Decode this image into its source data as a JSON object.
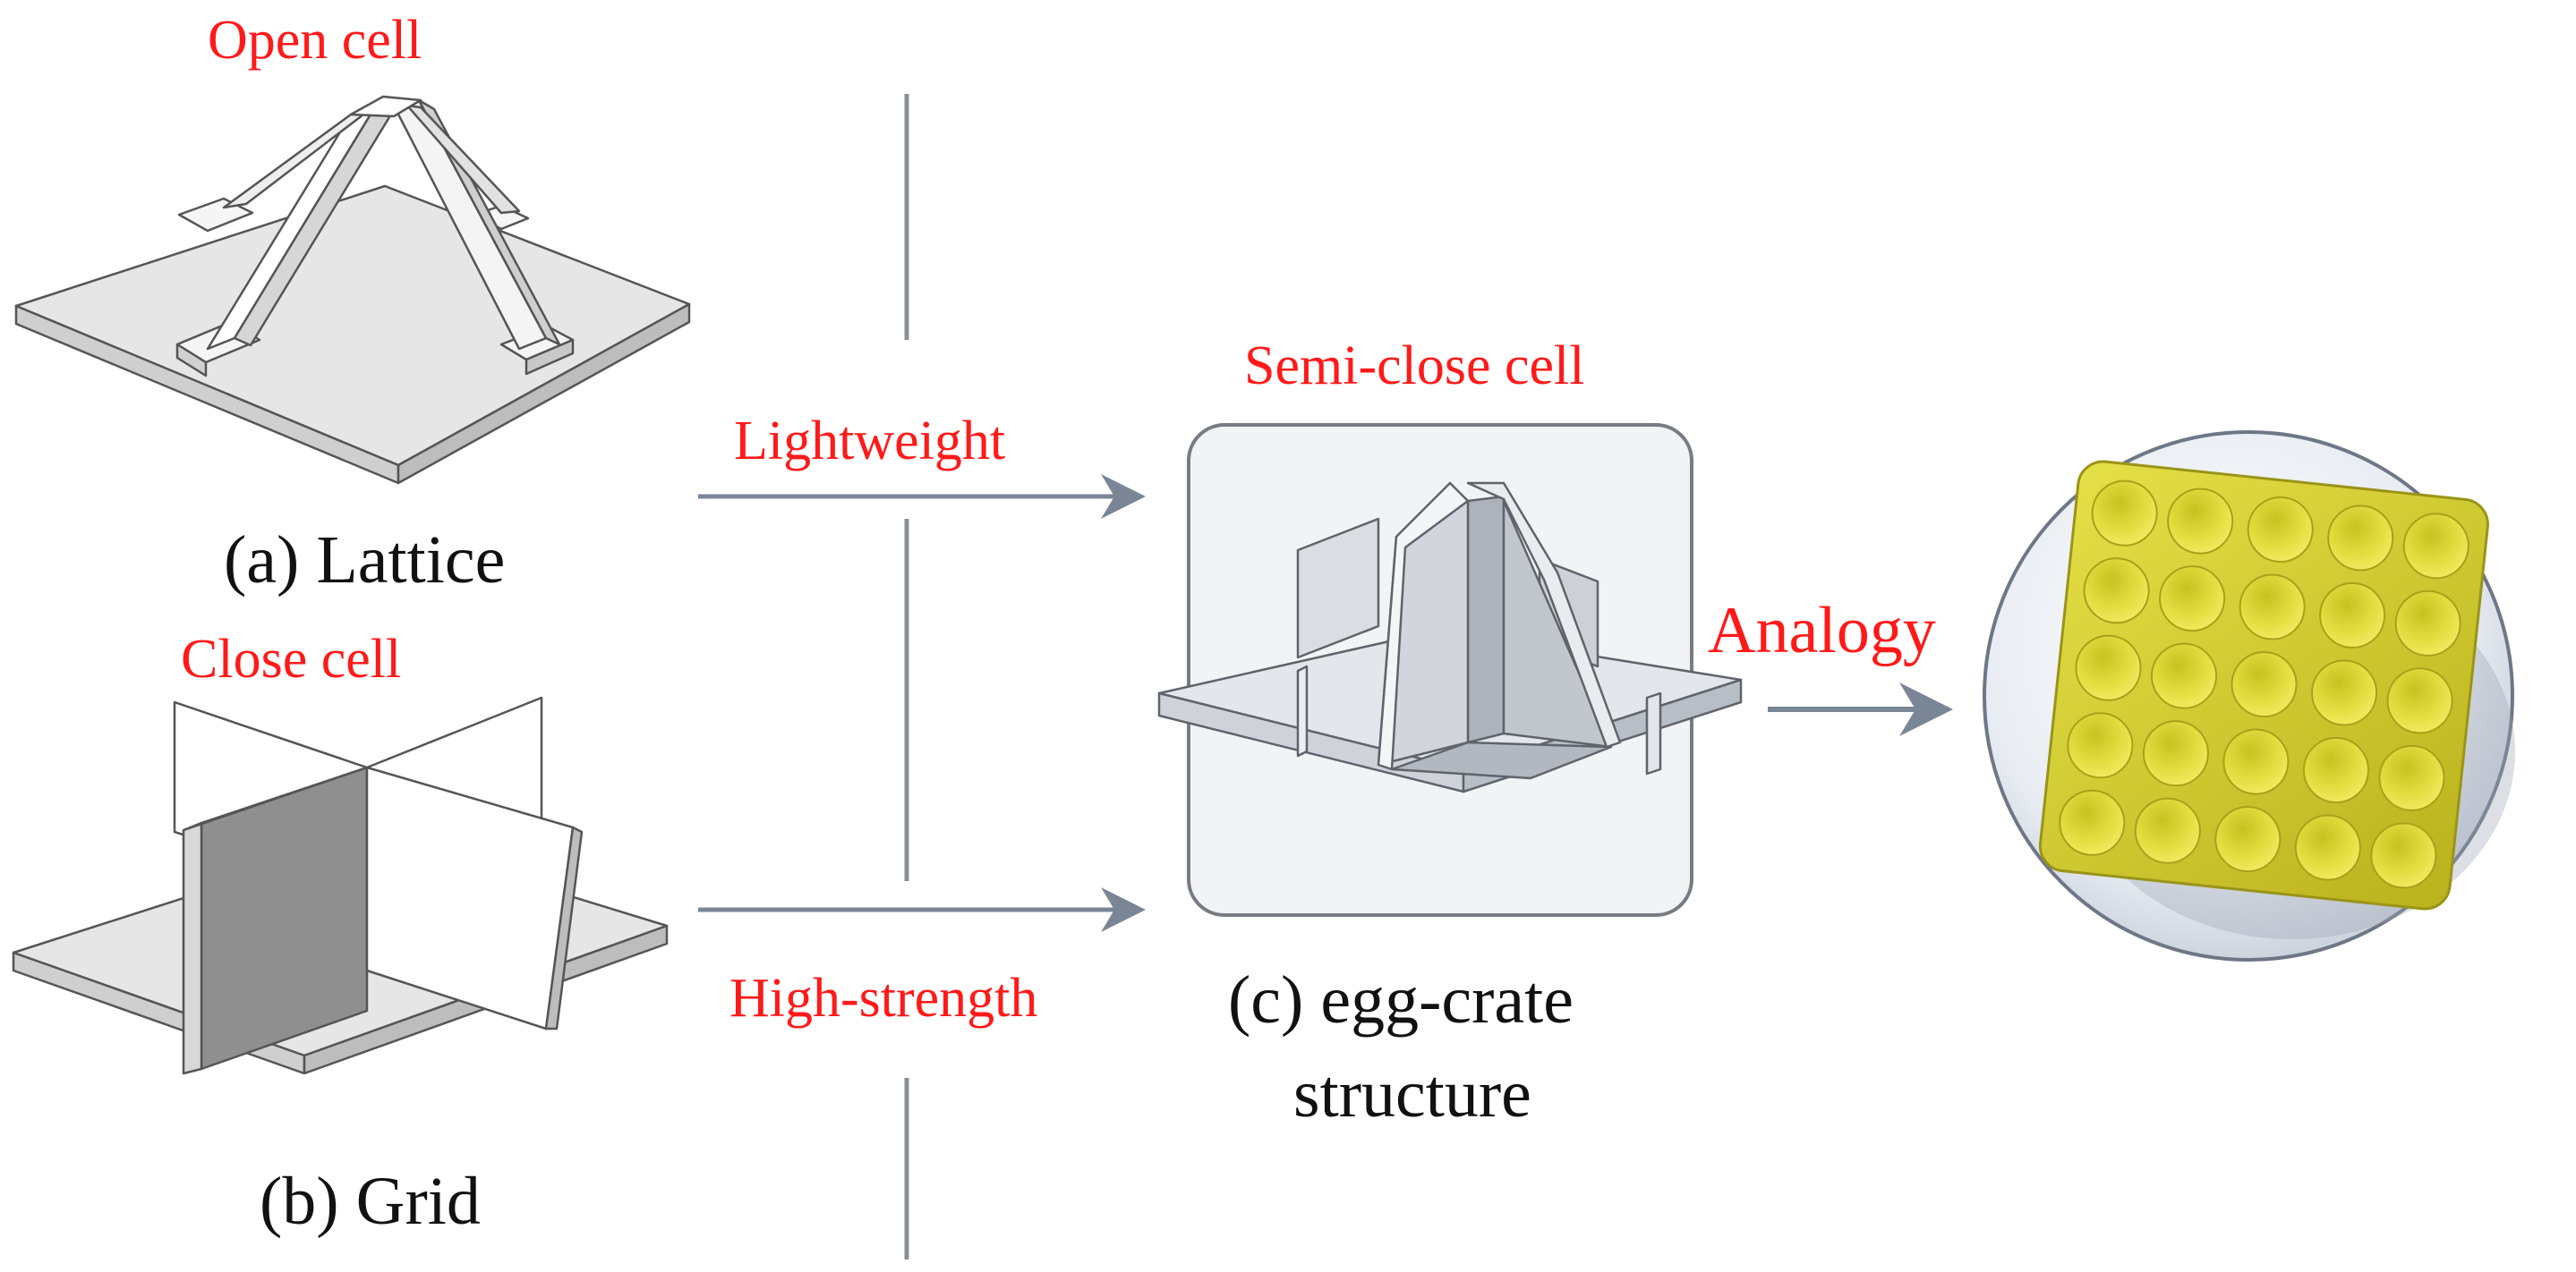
{
  "labels": {
    "open_cell": "Open cell",
    "close_cell": "Close cell",
    "semi_close_cell": "Semi-close cell",
    "lightweight": "Lightweight",
    "high_strength": "High-strength",
    "analogy": "Analogy",
    "lattice_caption": "(a) Lattice",
    "grid_caption": "(b) Grid",
    "egg_caption_line1": "(c) egg-crate",
    "egg_caption_line2": "structure"
  },
  "colors": {
    "label_red": "#ff1a1a",
    "caption_black": "#111111",
    "arrow_gray": "#7a8696",
    "plate_light": "#e4e4e4",
    "plate_side": "#bdbdbd",
    "egg_yellow": "#d9d430"
  },
  "icons": [
    "lattice-unit-illustration",
    "grid-unit-illustration",
    "egg-crate-unit-illustration",
    "egg-tray-photo"
  ]
}
